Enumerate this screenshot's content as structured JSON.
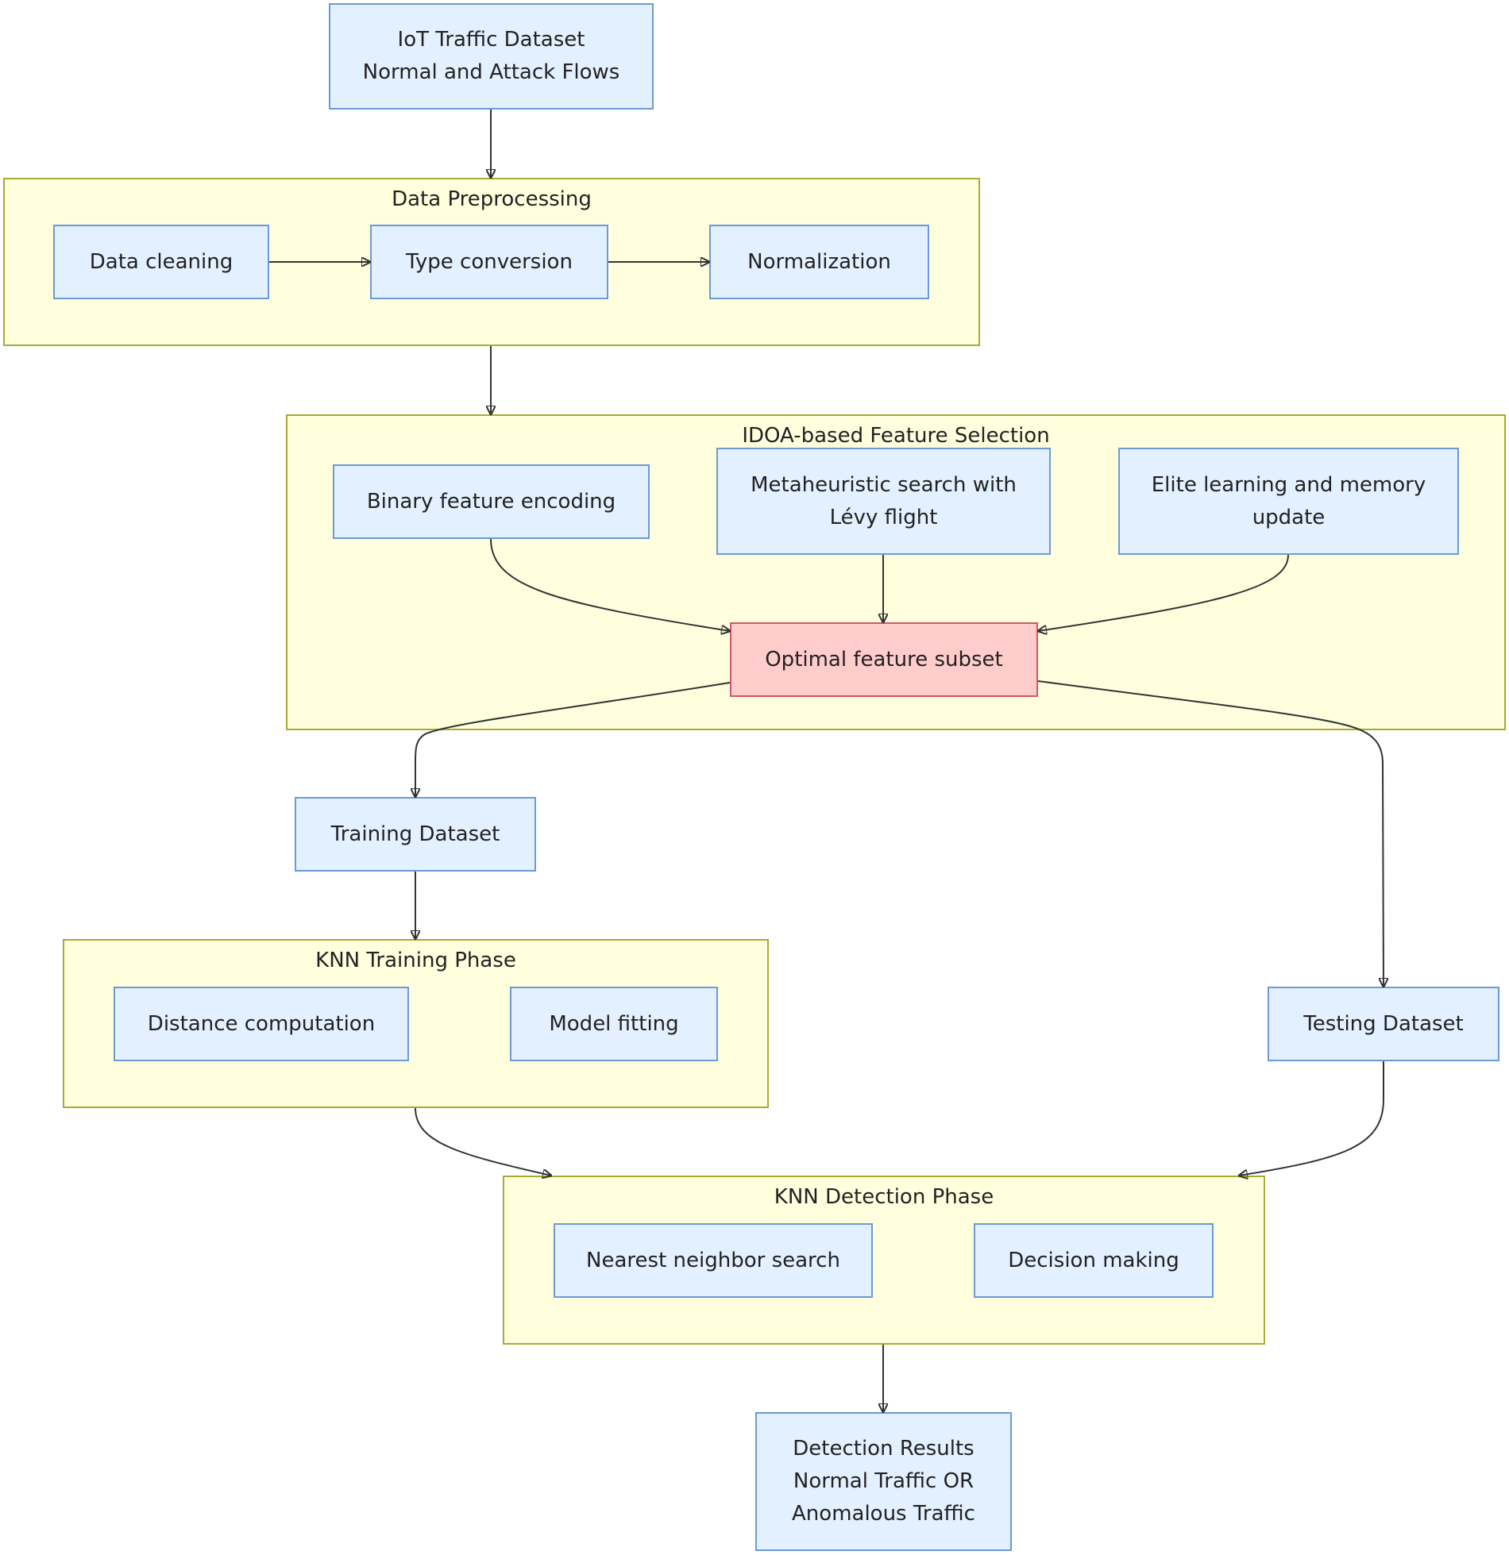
{
  "nodes": {
    "iot_dataset": [
      "IoT Traffic Dataset",
      "Normal and Attack Flows"
    ],
    "data_cleaning": [
      "Data cleaning"
    ],
    "type_conversion": [
      "Type conversion"
    ],
    "normalization": [
      "Normalization"
    ],
    "binary_encoding": [
      "Binary feature encoding"
    ],
    "metaheuristic": [
      "Metaheuristic search with",
      "Lévy flight"
    ],
    "elite_learning": [
      "Elite learning and memory",
      "update"
    ],
    "optimal_subset": [
      "Optimal feature subset"
    ],
    "training_dataset": [
      "Training Dataset"
    ],
    "testing_dataset": [
      "Testing Dataset"
    ],
    "distance_computation": [
      "Distance computation"
    ],
    "model_fitting": [
      "Model fitting"
    ],
    "nearest_neighbor": [
      "Nearest neighbor search"
    ],
    "decision_making": [
      "Decision making"
    ],
    "detection_results": [
      "Detection Results",
      "Normal Traffic OR",
      "Anomalous Traffic"
    ]
  },
  "groups": {
    "preprocessing": "Data Preprocessing",
    "feature_selection": "IDOA-based Feature Selection",
    "knn_training": "KNN Training Phase",
    "knn_detection": "KNN Detection Phase"
  },
  "colors": {
    "node_fill": "#e3f0ff",
    "node_border": "#6b9bd1",
    "group_fill": "#ffffde",
    "group_border": "#aaaa33",
    "highlight_fill": "#ffcccc",
    "highlight_border": "#d0566a",
    "edge": "#333333"
  }
}
